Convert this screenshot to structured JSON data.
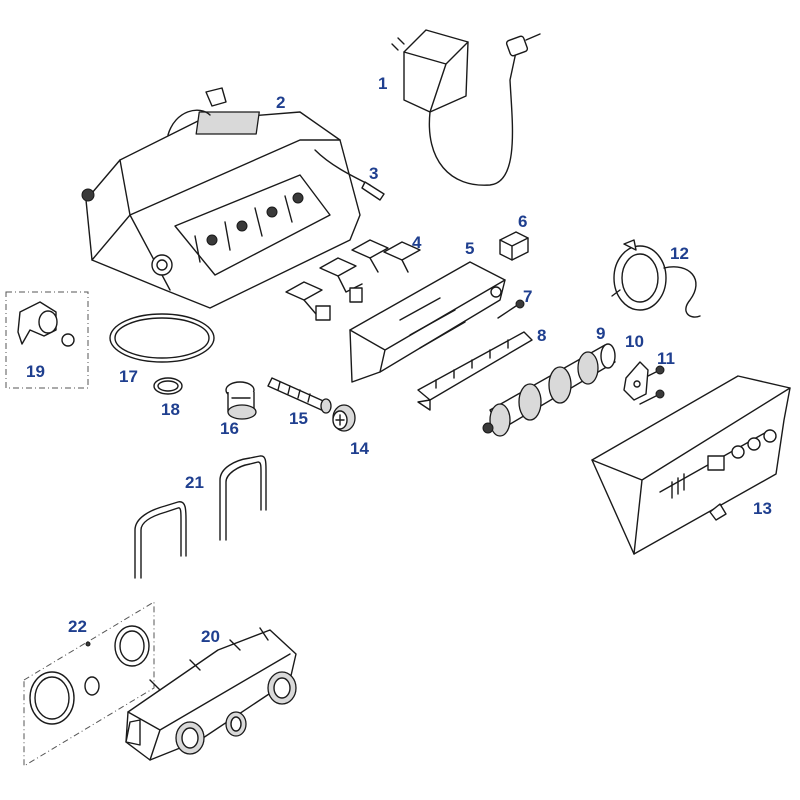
{
  "callouts": [
    {
      "id": "n1",
      "text": "1"
    },
    {
      "id": "n2",
      "text": "2"
    },
    {
      "id": "n3",
      "text": "3"
    },
    {
      "id": "n4",
      "text": "4"
    },
    {
      "id": "n5",
      "text": "5"
    },
    {
      "id": "n6",
      "text": "6"
    },
    {
      "id": "n7",
      "text": "7"
    },
    {
      "id": "n8",
      "text": "8"
    },
    {
      "id": "n9",
      "text": "9"
    },
    {
      "id": "n10",
      "text": "10"
    },
    {
      "id": "n11",
      "text": "11"
    },
    {
      "id": "n12",
      "text": "12"
    },
    {
      "id": "n13",
      "text": "13"
    },
    {
      "id": "n14",
      "text": "14"
    },
    {
      "id": "n15",
      "text": "15"
    },
    {
      "id": "n16",
      "text": "16"
    },
    {
      "id": "n17",
      "text": "17"
    },
    {
      "id": "n18",
      "text": "18"
    },
    {
      "id": "n19",
      "text": "19"
    },
    {
      "id": "n20",
      "text": "20"
    },
    {
      "id": "n21",
      "text": "21"
    },
    {
      "id": "n22",
      "text": "22"
    }
  ],
  "colors": {
    "callout": "#1f3f8f",
    "line": "#1a1a1a",
    "shade": "#d9d9d9"
  }
}
